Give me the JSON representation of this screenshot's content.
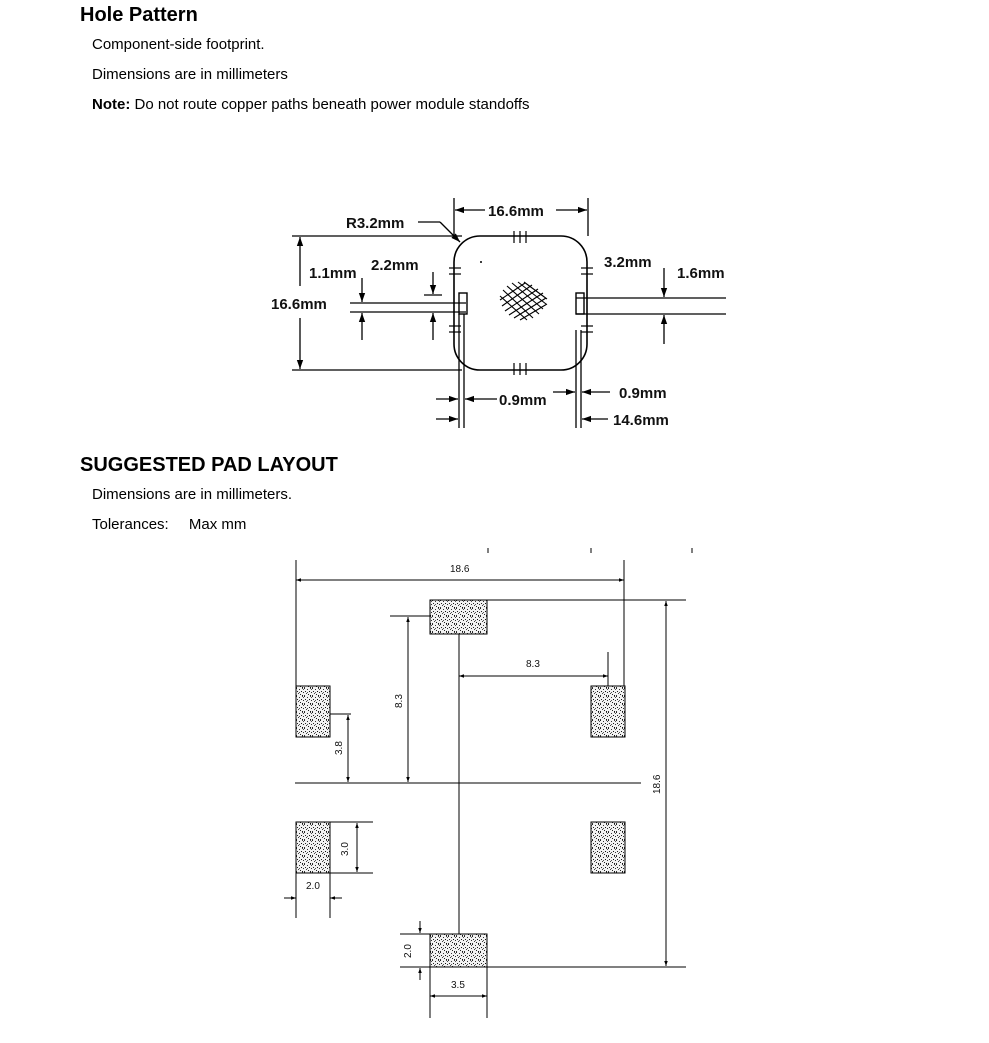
{
  "hole_pattern": {
    "title": "Hole Pattern",
    "line1": "Component-side footprint.",
    "line2": "Dimensions are in millimeters",
    "note_label": "Note:",
    "note_text": "Do not route copper paths beneath power module standoffs",
    "drawing": {
      "radius": "R3.2mm",
      "width_top": "16.6mm",
      "height_left": "16.6mm",
      "d_1_1": "1.1mm",
      "d_2_2": "2.2mm",
      "d_3_2": "3.2mm",
      "d_1_6": "1.6mm",
      "d_0_9_left": "0.9mm",
      "d_0_9_right": "0.9mm",
      "d_14_6": "14.6mm"
    }
  },
  "pad_layout": {
    "title": "SUGGESTED PAD LAYOUT",
    "line1": "Dimensions are in millimeters.",
    "tol_label": "Tolerances:",
    "tol_value": "Max mm",
    "drawing": {
      "width_overall": "18.6",
      "height_overall": "18.6",
      "h_8_3_horizontal": "8.3",
      "v_8_3_vertical": "8.3",
      "v_3_8": "3.8",
      "v_3_0": "3.0",
      "h_2_0": "2.0",
      "v_2_0": "2.0",
      "h_3_5": "3.5"
    }
  }
}
